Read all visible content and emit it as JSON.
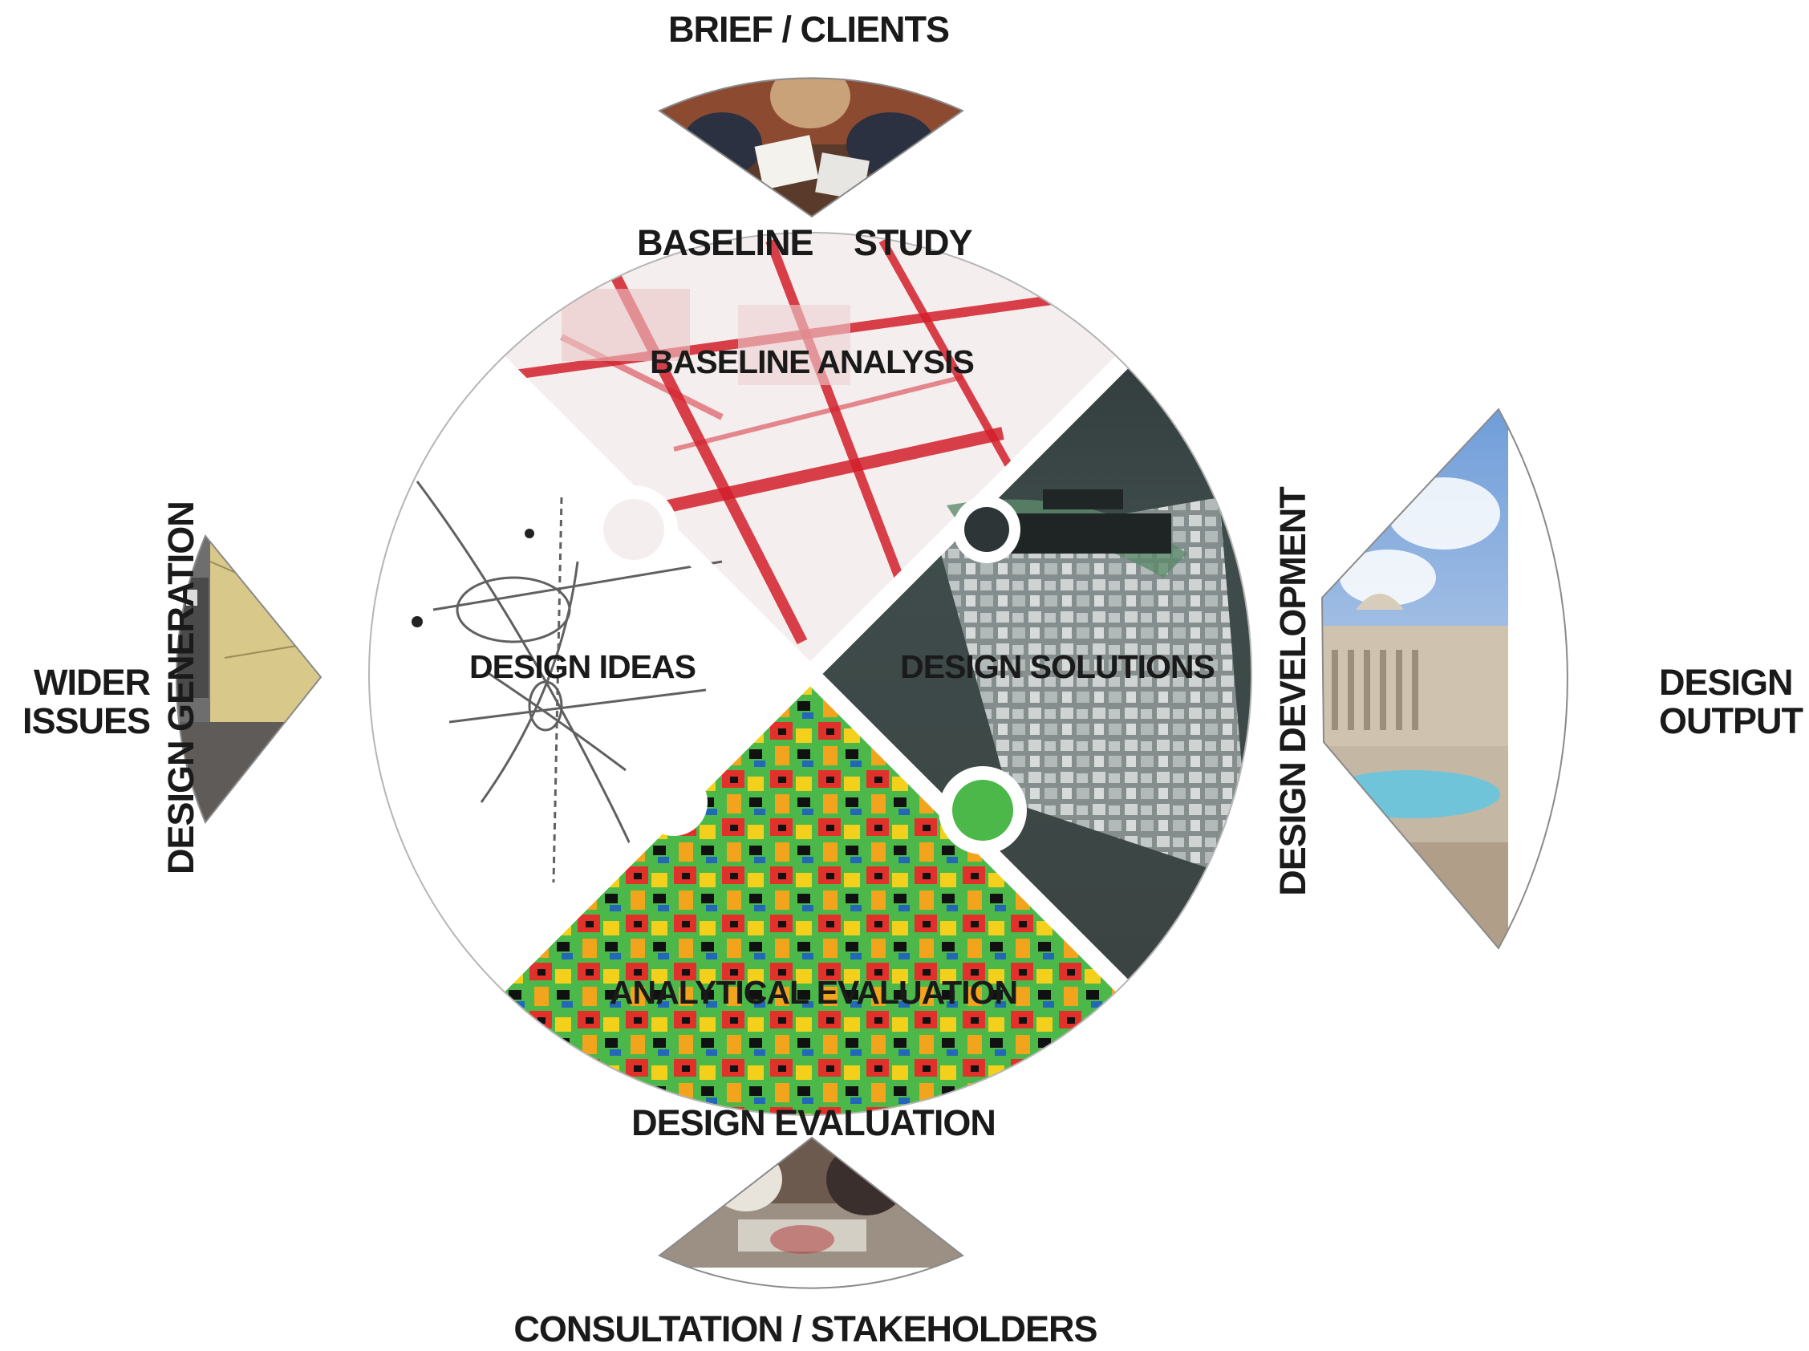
{
  "labels": {
    "top": "BRIEF / CLIENTS",
    "top_inner_left": "BASELINE",
    "top_inner_right": "STUDY",
    "left_line1": "WIDER",
    "left_line2": "ISSUES",
    "left_vertical": "DESIGN GENERATION",
    "right_line1": "DESIGN",
    "right_line2": "OUTPUT",
    "right_vertical": "DESIGN DEVELOPMENT",
    "bottom_inner": "DESIGN EVALUATION",
    "bottom": "CONSULTATION / STAKEHOLDERS"
  },
  "quadrants": {
    "north": "BASELINE ANALYSIS",
    "west": "DESIGN IDEAS",
    "east": "DESIGN SOLUTIONS",
    "south": "ANALYTICAL EVALUATION"
  },
  "colors": {
    "north_bg": "#f5eeee",
    "north_lines": "#d21f2a",
    "west_bg": "#ffffff",
    "west_lines": "#2b2b2b",
    "east_sky": "#31383b",
    "east_city": "#b9c1c0",
    "south_green": "#4cb84a",
    "south_red": "#e2312a",
    "south_yellow": "#f2d01c",
    "south_blue": "#2367b8"
  },
  "icons": {
    "top_photo": "meeting-photo-icon",
    "bottom_photo": "workshop-photo-icon",
    "left_photo": "historic-map-photo-icon",
    "right_photo": "square-photo-icon"
  }
}
